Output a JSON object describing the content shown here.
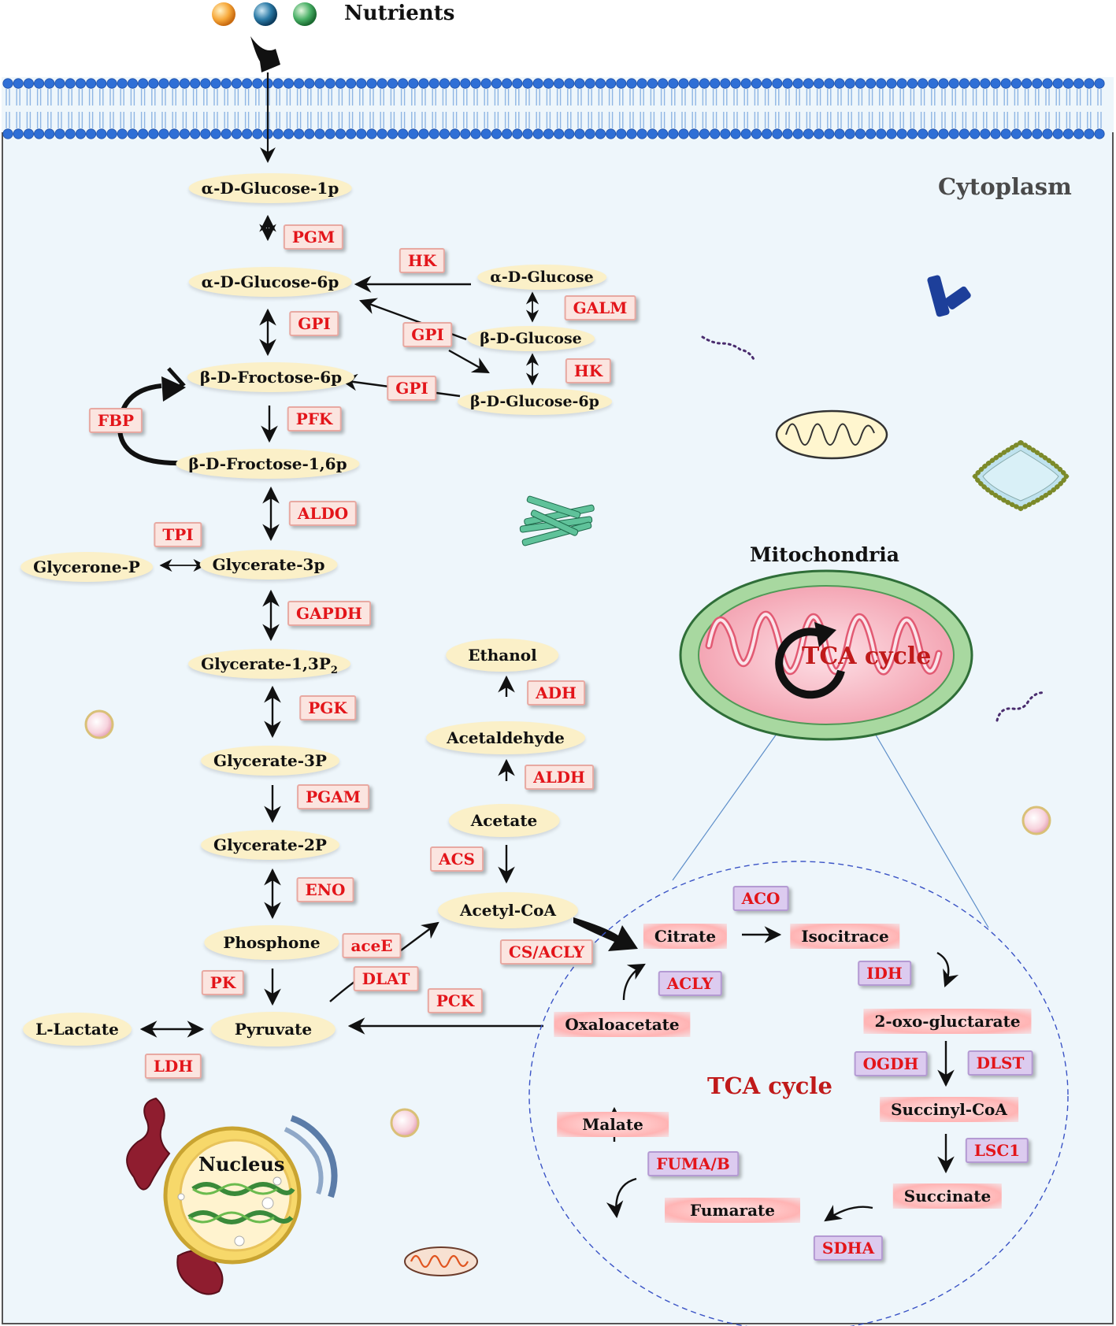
{
  "labels": {
    "nutrients": "Nutrients",
    "cytoplasm": "Cytoplasm",
    "mitochondria": "Mitochondria",
    "tca_mito": "TCA cycle",
    "tca_zoom": "TCA cycle",
    "nucleus": "Nucleus"
  },
  "metabolites": [
    {
      "id": "a-d-glucose-1p",
      "text": "α-D-Glucose-1p"
    },
    {
      "id": "a-d-glucose-6p",
      "text": "α-D-Glucose-6p"
    },
    {
      "id": "a-d-glucose",
      "text": "α-D-Glucose"
    },
    {
      "id": "b-d-glucose",
      "text": "β-D-Glucose"
    },
    {
      "id": "b-d-fructose-6p",
      "text": "β-D-Froctose-6p"
    },
    {
      "id": "b-d-glucose-6p",
      "text": "β-D-Glucose-6p"
    },
    {
      "id": "b-d-fructose-16p",
      "text": "β-D-Froctose-1,6p"
    },
    {
      "id": "glycerone-p",
      "text": "Glycerone-P"
    },
    {
      "id": "glycerate-3p",
      "text": "Glycerate-3p"
    },
    {
      "id": "glycerate-13p2",
      "text": "Glycerate-1,3P",
      "sub": "2"
    },
    {
      "id": "glycerate-3p-b",
      "text": "Glycerate-3P"
    },
    {
      "id": "glycerate-2p",
      "text": "Glycerate-2P"
    },
    {
      "id": "phosphone",
      "text": "Phosphone"
    },
    {
      "id": "pyruvate",
      "text": "Pyruvate"
    },
    {
      "id": "l-lactate",
      "text": "L-Lactate"
    },
    {
      "id": "ethanol",
      "text": "Ethanol"
    },
    {
      "id": "acetaldehyde",
      "text": "Acetaldehyde"
    },
    {
      "id": "acetate",
      "text": "Acetate"
    },
    {
      "id": "acetyl-coa",
      "text": "Acetyl-CoA"
    }
  ],
  "enzymes": [
    {
      "id": "pgm",
      "text": "PGM"
    },
    {
      "id": "hk-1",
      "text": "HK"
    },
    {
      "id": "galm",
      "text": "GALM"
    },
    {
      "id": "gpi-1",
      "text": "GPI"
    },
    {
      "id": "gpi-2",
      "text": "GPI"
    },
    {
      "id": "hk-2",
      "text": "HK"
    },
    {
      "id": "gpi-3",
      "text": "GPI"
    },
    {
      "id": "fbp",
      "text": "FBP"
    },
    {
      "id": "pfk",
      "text": "PFK"
    },
    {
      "id": "aldo",
      "text": "ALDO"
    },
    {
      "id": "tpi",
      "text": "TPI"
    },
    {
      "id": "gapdh",
      "text": "GAPDH"
    },
    {
      "id": "pgk",
      "text": "PGK"
    },
    {
      "id": "pgam",
      "text": "PGAM"
    },
    {
      "id": "eno",
      "text": "ENO"
    },
    {
      "id": "pk",
      "text": "PK"
    },
    {
      "id": "ldh",
      "text": "LDH"
    },
    {
      "id": "adh",
      "text": "ADH"
    },
    {
      "id": "aldh",
      "text": "ALDH"
    },
    {
      "id": "acs",
      "text": "ACS"
    },
    {
      "id": "acee",
      "text": "aceE"
    },
    {
      "id": "dlat",
      "text": "DLAT"
    },
    {
      "id": "pck",
      "text": "PCK"
    },
    {
      "id": "cs-acly",
      "text": "CS/ACLY"
    }
  ],
  "tca_metabolites": [
    {
      "id": "citrate",
      "text": "Citrate"
    },
    {
      "id": "isocitrate",
      "text": "Isocitrace"
    },
    {
      "id": "2-oxoglutarate",
      "text": "2-oxo-gluctarate"
    },
    {
      "id": "succinyl-coa",
      "text": "Succinyl-CoA"
    },
    {
      "id": "succinate",
      "text": "Succinate"
    },
    {
      "id": "fumarate",
      "text": "Fumarate"
    },
    {
      "id": "malate",
      "text": "Malate"
    },
    {
      "id": "oxaloacetate",
      "text": "Oxaloacetate"
    }
  ],
  "tca_enzymes": [
    {
      "id": "aco",
      "text": "ACO"
    },
    {
      "id": "idh",
      "text": "IDH"
    },
    {
      "id": "ogdh",
      "text": "OGDH"
    },
    {
      "id": "dlst",
      "text": "DLST"
    },
    {
      "id": "lsc1",
      "text": "LSC1"
    },
    {
      "id": "sdha",
      "text": "SDHA"
    },
    {
      "id": "fuma-b",
      "text": "FUMA/B"
    },
    {
      "id": "acly",
      "text": "ACLY"
    }
  ],
  "colors": {
    "enzyme_text": "#e3151a",
    "enzyme_bg": "#fbe5e0",
    "tca_enzyme_bg": "#dccbef",
    "metabolite_bg": "#fbf0c8",
    "membrane": "#2f6fd6",
    "cytoplasm_bg": "#eef6fb"
  }
}
